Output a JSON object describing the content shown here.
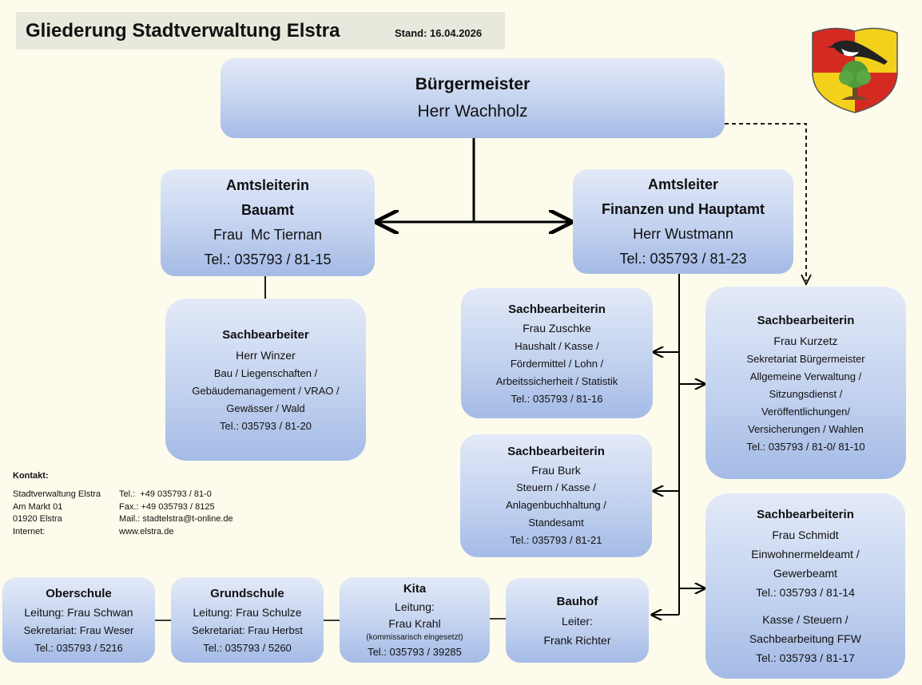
{
  "header": {
    "title": "Gliederung Stadtverwaltung Elstra",
    "stand": "Stand: 16.04.2026"
  },
  "buergermeister": {
    "role": "Bürgermeister",
    "name": "Herr Wachholz"
  },
  "bauamt": {
    "role1": "Amtsleiterin",
    "role2": "Bauamt",
    "name": "Frau  Mc Tiernan",
    "tel": "Tel.: 035793 / 81-15"
  },
  "finanzen": {
    "role1": "Amtsleiter",
    "role2": "Finanzen und Hauptamt",
    "name": "Herr Wustmann",
    "tel": "Tel.: 035793 / 81-23"
  },
  "winzer": {
    "title": "Sachbearbeiter",
    "name": "Herr Winzer",
    "l1": "Bau / Liegenschaften /",
    "l2": "Gebäudemanagement / VRAO /",
    "l3": "Gewässer / Wald",
    "tel": "Tel.: 035793 / 81-20"
  },
  "zuschke": {
    "title": "Sachbearbeiterin",
    "name": "Frau Zuschke",
    "l1": "Haushalt / Kasse /",
    "l2": "Fördermittel / Lohn /",
    "l3": "Arbeitssicherheit / Statistik",
    "tel": "Tel.: 035793 / 81-16"
  },
  "burk": {
    "title": "Sachbearbeiterin",
    "name": "Frau Burk",
    "l1": "Steuern / Kasse /",
    "l2": "Anlagenbuchhaltung /",
    "l3": "Standesamt",
    "tel": "Tel.: 035793 / 81-21"
  },
  "kurzetz": {
    "title": "Sachbearbeiterin",
    "name": "Frau Kurzetz",
    "l1": "Sekretariat Bürgermeister",
    "l2": "Allgemeine Verwaltung /",
    "l3": "Sitzungsdienst /",
    "l4": "Veröffentlichungen/",
    "l5": "Versicherungen / Wahlen",
    "tel": "Tel.: 035793 / 81-0/ 81-10"
  },
  "schmidt": {
    "title": "Sachbearbeiterin",
    "name": "Frau Schmidt",
    "l1": "Einwohnermeldeamt /",
    "l2": "Gewerbeamt",
    "tel1": "Tel.: 035793 / 81-14",
    "l3": "Kasse / Steuern /",
    "l4": "Sachbearbeitung FFW",
    "tel2": "Tel.: 035793 / 81-17"
  },
  "oberschule": {
    "title": "Oberschule",
    "leitung": "Leitung: Frau Schwan",
    "sekretariat": "Sekretariat: Frau Weser",
    "tel": "Tel.: 035793 / 5216"
  },
  "grundschule": {
    "title": "Grundschule",
    "leitung": "Leitung: Frau Schulze",
    "sekretariat": "Sekretariat: Frau Herbst",
    "tel": "Tel.: 035793 / 5260"
  },
  "kita": {
    "title": "Kita",
    "leitung": "Leitung:",
    "name": "Frau Krahl",
    "note": "(kommissarisch eingesetzt)",
    "tel": "Tel.: 035793 / 39285"
  },
  "bauhof": {
    "title": "Bauhof",
    "leiter": "Leiter:",
    "name": "Frank Richter"
  },
  "contact": {
    "heading": "Kontakt:",
    "left": [
      "Stadtverwaltung Elstra",
      "Am Markt 01",
      "01920 Elstra",
      "Internet:"
    ],
    "right": [
      "Tel.:  +49 035793 / 81-0",
      "Fax.: +49 035793 / 8125",
      "Mail.: stadtelstra@t-online.de",
      "www.elstra.de"
    ]
  },
  "colors": {
    "background": "#fdfbeb",
    "box_light": "#e3eaf8",
    "box_dark": "#a4bbe6",
    "crest_red": "#d42a22",
    "crest_yellow": "#f3d11a"
  }
}
